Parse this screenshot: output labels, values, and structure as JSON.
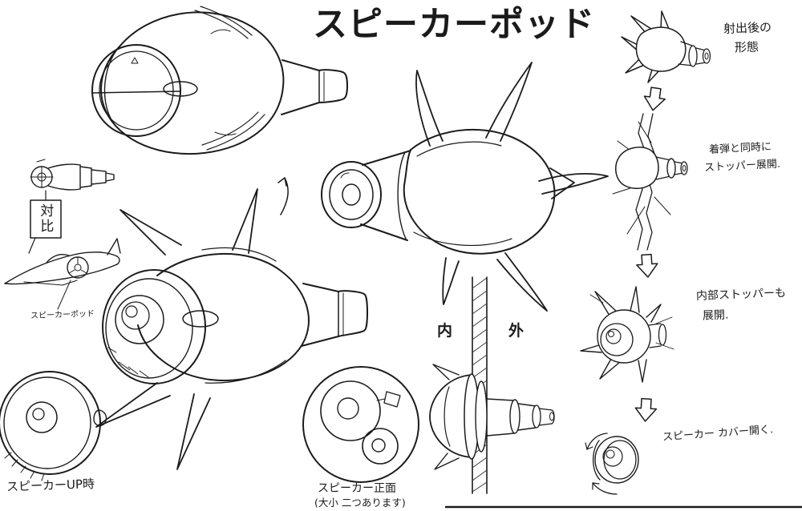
{
  "page": {
    "title": "スピーカーポッド",
    "ink_color": "#1b1b1b",
    "background": "#ffffff"
  },
  "annotations": {
    "comparison": "対比",
    "plane_pod": "スピーカーポッド",
    "speaker_up": "スピーカーUP時",
    "speaker_front": "スピーカー正面",
    "speaker_front_note": "(大小 二つあります)",
    "wall_inside": "内",
    "wall_outside": "外"
  },
  "sequence": [
    {
      "lines": [
        "射出後の",
        "形態"
      ]
    },
    {
      "lines": [
        "着弾と同時に",
        "ストッパー展開."
      ]
    },
    {
      "lines": [
        "内部ストッパーも",
        "展開."
      ]
    },
    {
      "lines": [
        "スピーカー カバー開く."
      ]
    }
  ]
}
